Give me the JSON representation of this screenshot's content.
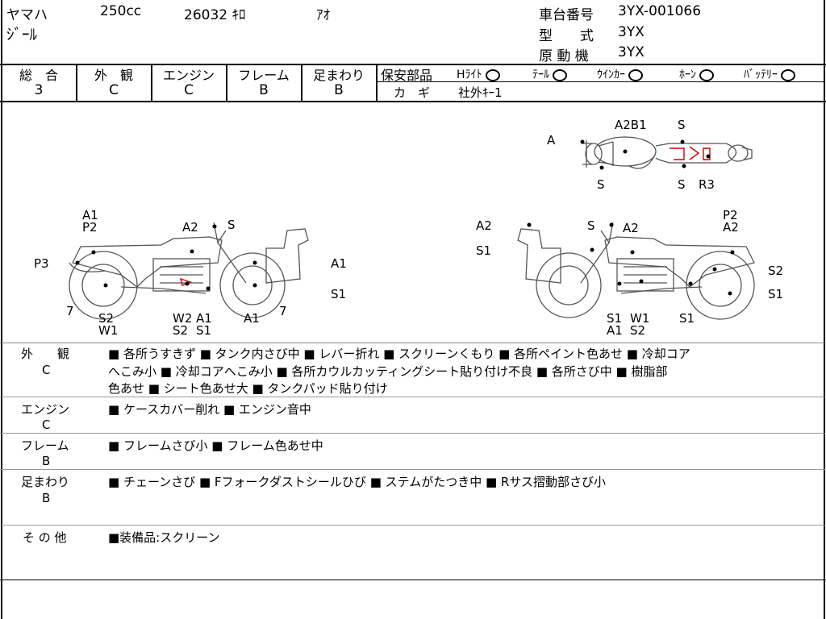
{
  "header": {
    "maker": "ヤマハ",
    "displacement": "250cc",
    "mileage": "26032 ｷﾛ",
    "color": "ｱｵ",
    "model_name": "ｼﾞｰﾙ",
    "frame_no_label": "車台番号",
    "frame_no": "3YX-001066",
    "type_label": "型　　式",
    "type_value": "3YX",
    "engine_label": "原 動 機",
    "engine_value": "3YX"
  },
  "scores": {
    "headers": [
      "総　合",
      "外　観",
      "エンジン",
      "フレーム",
      "足まわり"
    ],
    "values": [
      "3",
      "C",
      "C",
      "B",
      "B"
    ]
  },
  "safety": {
    "label": "保安部品",
    "items": [
      "Hﾗｲﾄ",
      "ﾃｰﾙ",
      "ｳｲﾝｶｰ",
      "ﾎｰﾝ",
      "ﾊﾞｯﾃﾘｰ"
    ],
    "key_label": "カ　ギ",
    "key_value": "社外ｷｰ1"
  },
  "diagram_labels": {
    "top": [
      "A2B1",
      "S",
      "A",
      "S",
      "S",
      "R3"
    ],
    "left": [
      "A1",
      "P2",
      "A2",
      "S",
      "P3",
      "A1",
      "S1",
      "7",
      "S2",
      "W1",
      "W2",
      "S2",
      "A1",
      "S1",
      "A1",
      "7"
    ],
    "right": [
      "A2",
      "S",
      "A2",
      "P2",
      "A2",
      "S1",
      "S2",
      "S1",
      "S1",
      "W1",
      "A1",
      "S2",
      "S1"
    ]
  },
  "remarks": [
    {
      "label": "外　　観",
      "grade": "C",
      "lines": [
        "■ 各所うすきず ■ タンク内さび中 ■ レバー折れ ■ スクリーンくもり ■ 各所ペイント色あせ ■ 冷却コア",
        "へこみ小 ■ 冷却コアへこみ小 ■ 各所カウルカッティングシート貼り付け不良 ■ 各所さび中 ■ 樹脂部",
        "色あせ ■ シート色あせ大 ■ タンクパッド貼り付け"
      ]
    },
    {
      "label": "エンジン",
      "grade": "C",
      "lines": [
        "■ ケースカバー削れ ■ エンジン音中"
      ]
    },
    {
      "label": "フレーム",
      "grade": "B",
      "lines": [
        "■ フレームさび小 ■ フレーム色あせ中"
      ]
    },
    {
      "label": "足まわり",
      "grade": "B",
      "lines": [
        "■ チェーンさび ■ Fフォークダストシールひび ■ ステムがたつき中 ■ Rサス摺動部さび小"
      ]
    },
    {
      "label": "そ の 他",
      "grade": "",
      "lines": [
        "■装備品:スクリーン"
      ]
    }
  ]
}
